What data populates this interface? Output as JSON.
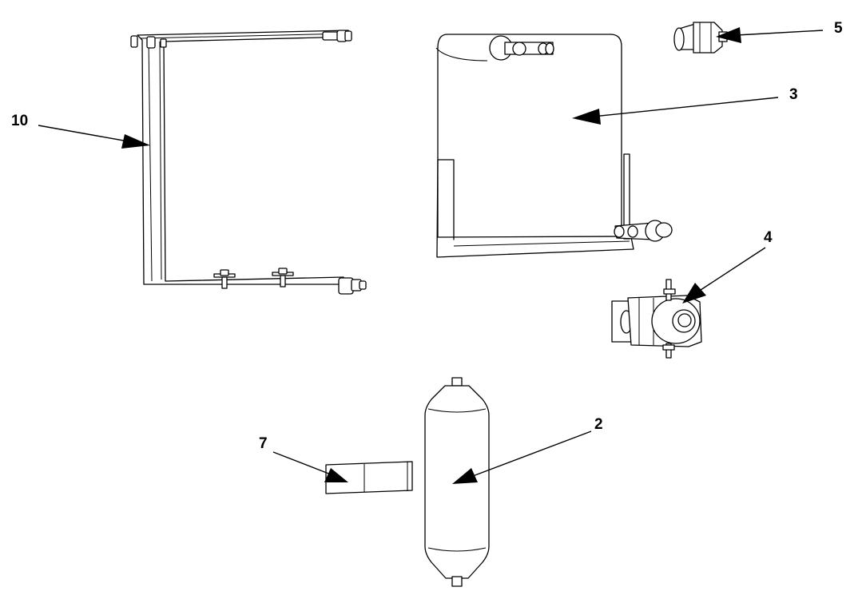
{
  "callouts": [
    {
      "id": "callout-10",
      "label": "10"
    },
    {
      "id": "callout-3",
      "label": "3"
    },
    {
      "id": "callout-5",
      "label": "5"
    },
    {
      "id": "callout-4",
      "label": "4"
    },
    {
      "id": "callout-2",
      "label": "2"
    },
    {
      "id": "callout-7",
      "label": "7"
    }
  ]
}
